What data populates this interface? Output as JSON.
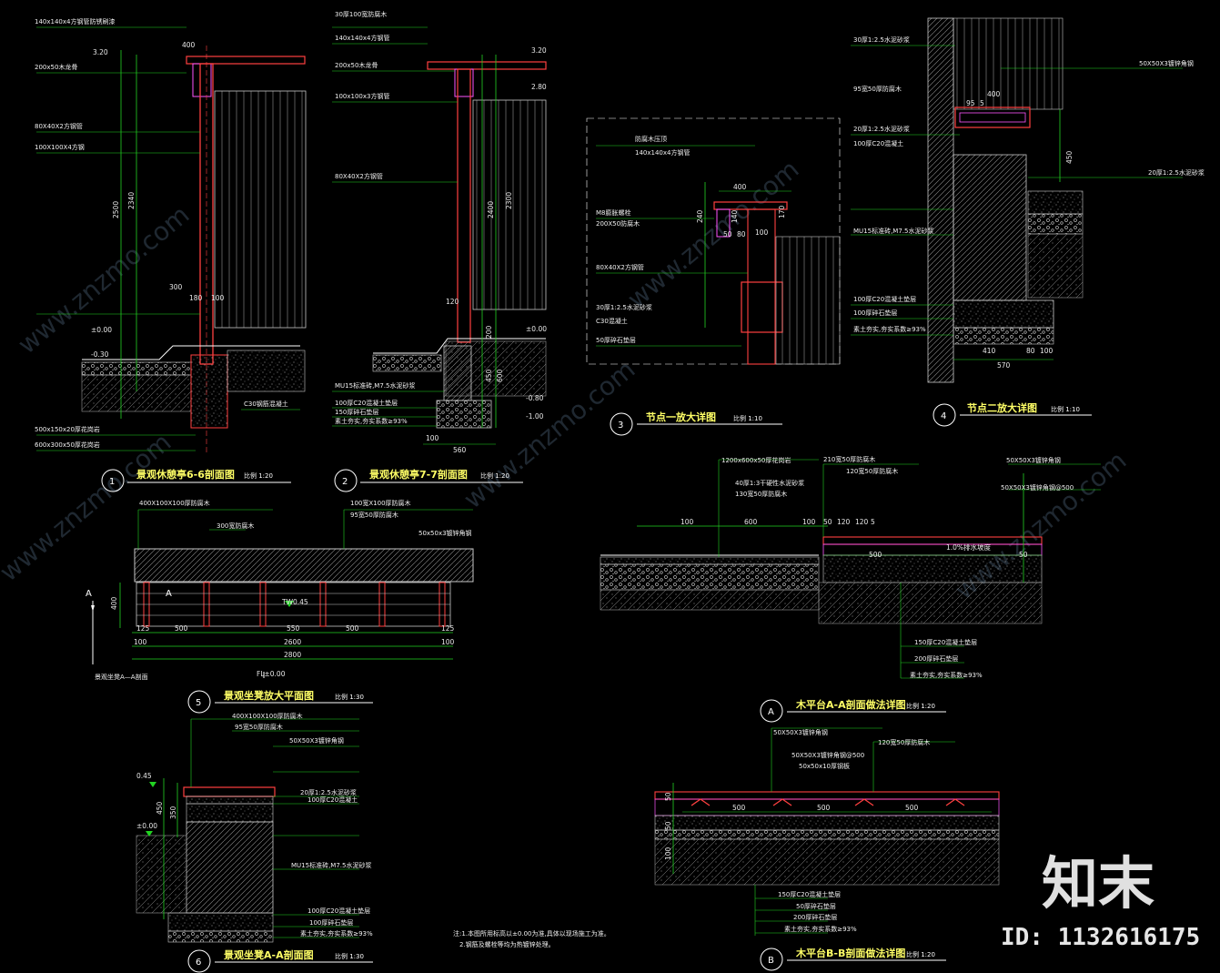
{
  "colors": {
    "dim_line": "#22d322",
    "wood": "#ff4040",
    "concrete": "#b8b8b8",
    "magenta": "#ff55ff",
    "title": "#ffff66",
    "background": "#000000"
  },
  "details": [
    {
      "id": "1",
      "title": "景观休憩亭6-6剖面图",
      "scale": "比例 1:20"
    },
    {
      "id": "2",
      "title": "景观休憩亭7-7剖面图",
      "scale": "比例 1:20"
    },
    {
      "id": "3",
      "title": "节点一放大详图",
      "scale": "比例 1:10"
    },
    {
      "id": "4",
      "title": "节点二放大详图",
      "scale": "比例 1:10"
    },
    {
      "id": "5",
      "title": "景观坐凳放大平面图",
      "scale": "比例 1:30"
    },
    {
      "id": "6",
      "title": "景观坐凳A-A剖面图",
      "scale": "比例 1:30"
    },
    {
      "id": "A",
      "title": "木平台A-A剖面做法详图",
      "scale": "比例 1:20"
    },
    {
      "id": "B",
      "title": "木平台B-B剖面做法详图",
      "scale": "比例 1:20"
    }
  ],
  "notes": {
    "d1": [
      "140x140x4方钢管防锈刷漆",
      "200x50木龙骨",
      "80X40X2方钢管",
      "100X100X4方钢",
      "C30钢筋混凝土",
      "500x150x20厚花岗岩",
      "600x300x50厚花岗岩"
    ],
    "d1_levels": [
      "3.20",
      "±0.00",
      "-0.30"
    ],
    "d1_dims": [
      "400",
      "2340",
      "2500",
      "180",
      "100",
      "300"
    ],
    "d2": [
      "30厚100宽防腐木",
      "140x140x4方钢管",
      "200x50木龙骨",
      "100x100x3方钢管",
      "80X40X2方钢管",
      "MU15标准砖,M7.5水泥砂浆",
      "100厚C20混凝土垫层",
      "150厚碎石垫层",
      "素土夯实,夯实系数≥93%"
    ],
    "d2_levels": [
      "3.20",
      "2.80",
      "±0.00",
      "-0.80",
      "-1.00"
    ],
    "d2_dims": [
      "2400",
      "2300",
      "560",
      "100",
      "120",
      "200",
      "450",
      "600"
    ],
    "d3": [
      "防腐木压顶",
      "140x140x4方钢管",
      "M8膨胀螺栓",
      "200X50防腐木",
      "80X40X2方钢管",
      "30厚1:2.5水泥砂浆",
      "C30混凝土",
      "50厚碎石垫层"
    ],
    "d3_dims": [
      "400",
      "240",
      "140",
      "100",
      "170",
      "50",
      "80"
    ],
    "d4": [
      "30厚1:2.5水泥砂浆",
      "95宽50厚防腐木",
      "20厚1:2.5水泥砂浆",
      "100厚C20混凝土",
      "MU15标准砖,M7.5水泥砂浆",
      "100厚C20混凝土垫层",
      "100厚碎石垫层",
      "素土夯实,夯实系数≥93%",
      "50X50X3镀锌角钢",
      "20厚1:2.5水泥砂浆"
    ],
    "d4_dims": [
      "400",
      "95",
      "5",
      "410",
      "80",
      "100",
      "570",
      "450"
    ],
    "d5": [
      "400X100X100厚防腐木",
      "300宽防腐木",
      "100宽X100厚防腐木",
      "95宽50厚防腐木",
      "50x50x3镀锌角钢"
    ],
    "d5_dims": [
      "125",
      "500",
      "550",
      "500",
      "125",
      "100",
      "2600",
      "100",
      "2800",
      "400"
    ],
    "d5_levels": [
      "TW0.45",
      "FL±0.00",
      "A"
    ],
    "d5_legend": "景观坐凳A—A剖面",
    "d6": [
      "400X100X100厚防腐木",
      "95宽50厚防腐木",
      "50X50X3镀锌角钢",
      "20厚1:2.5水泥砂浆",
      "100厚C20混凝土",
      "MU15标准砖,M7.5水泥砂浆",
      "100厚C20混凝土垫层",
      "100厚碎石垫层",
      "素土夯实,夯实系数≥93%"
    ],
    "d6_levels": [
      "0.45",
      "±0.00"
    ],
    "d6_dims": [
      "450",
      "350"
    ],
    "dA": [
      "1200x600x50厚花岗岩",
      "210宽50厚防腐木",
      "120宽50厚防腐木",
      "130宽50厚防腐木",
      "40厚1:3干硬性水泥砂浆",
      "50X50X3镀锌角钢",
      "50X50X3镀锌角钢@500",
      "150厚C20混凝土垫层",
      "200厚碎石垫层",
      "素土夯实,夯实系数≥93%"
    ],
    "dA_dims": [
      "100",
      "600",
      "100",
      "50",
      "120",
      "120",
      "5",
      "500",
      "50",
      "1.0%排水坡度"
    ],
    "dB": [
      "50X50X3镀锌角钢",
      "120宽50厚防腐木",
      "50X50X3镀锌角钢@500",
      "50x50x10厚钢板",
      "150厚C20混凝土垫层",
      "50厚碎石垫层",
      "200厚碎石垫层",
      "素土夯实,夯实系数≥93%"
    ],
    "dB_dims": [
      "500",
      "500",
      "500",
      "50",
      "50",
      "100"
    ]
  },
  "footnote": [
    "注:1.本图所用标高以±0.00为准,具体以现场施工为准。",
    "2.钢筋及螺栓等均为热镀锌处理。"
  ],
  "watermark": {
    "brand": "知末",
    "id_label": "ID: 1132616175",
    "diagonal": "www.znzmo.com"
  }
}
